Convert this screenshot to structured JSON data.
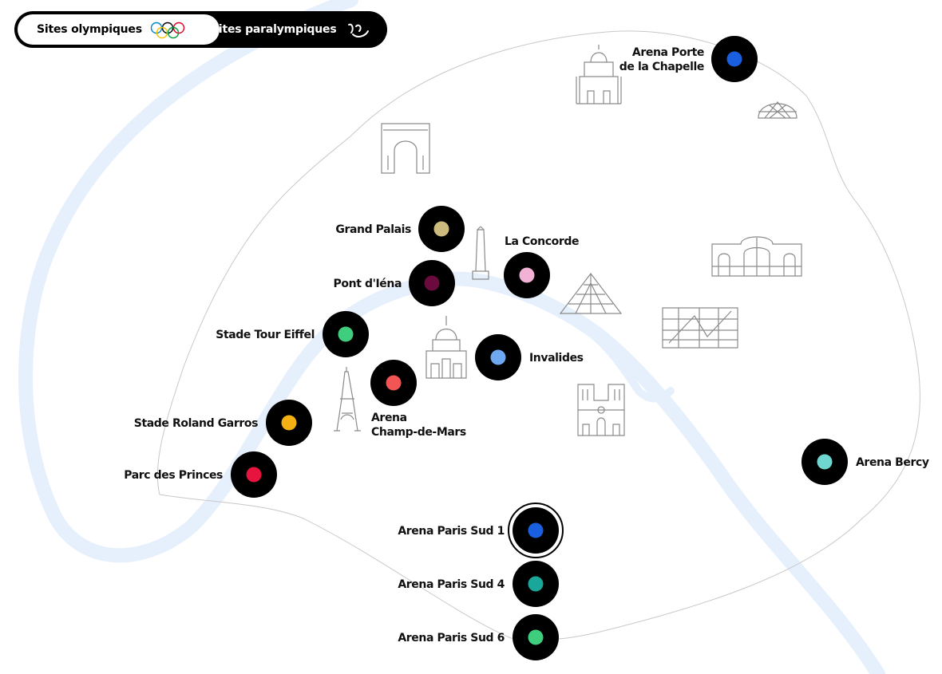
{
  "toggle": {
    "olympic_label": "Sites olympiques",
    "paralympic_label": "Sites paralympiques",
    "active": "olympic"
  },
  "colors": {
    "river": "#e6f0fc",
    "outline": "#c8c8c8",
    "landmark": "#8a8a8a",
    "pin_ring": "#000000"
  },
  "landmarks": [
    "sacre-coeur-icon",
    "geode-icon",
    "arc-de-triomphe-icon",
    "obelisk-icon",
    "louvre-pyramid-icon",
    "gare-de-lyon-icon",
    "pompidou-icon",
    "les-invalides-icon",
    "eiffel-tower-icon",
    "notre-dame-icon"
  ],
  "venues": [
    {
      "id": "arena-porte-de-la-chapelle",
      "lines": [
        "Arena Porte",
        "de la Chapelle"
      ],
      "color": "#1a5fe0"
    },
    {
      "id": "grand-palais",
      "lines": [
        "Grand Palais"
      ],
      "color": "#cdbb7e"
    },
    {
      "id": "la-concorde",
      "lines": [
        "La Concorde"
      ],
      "color": "#f2b2d6"
    },
    {
      "id": "pont-d-iena",
      "lines": [
        "Pont d'Iéna"
      ],
      "color": "#6b0a3c"
    },
    {
      "id": "stade-tour-eiffel",
      "lines": [
        "Stade Tour Eiffel"
      ],
      "color": "#3fce7e"
    },
    {
      "id": "invalides",
      "lines": [
        "Invalides"
      ],
      "color": "#6fa9f2"
    },
    {
      "id": "arena-champ-de-mars",
      "lines": [
        "Arena",
        "Champ-de-Mars"
      ],
      "color": "#f35454"
    },
    {
      "id": "stade-roland-garros",
      "lines": [
        "Stade Roland Garros"
      ],
      "color": "#f5b113"
    },
    {
      "id": "parc-des-princes",
      "lines": [
        "Parc des Princes"
      ],
      "color": "#e6143e"
    },
    {
      "id": "arena-bercy",
      "lines": [
        "Arena Bercy"
      ],
      "color": "#6fd6d0"
    },
    {
      "id": "arena-paris-sud-1",
      "lines": [
        "Arena Paris Sud 1"
      ],
      "color": "#1a5fe0",
      "selected": true
    },
    {
      "id": "arena-paris-sud-4",
      "lines": [
        "Arena Paris Sud 4"
      ],
      "color": "#1aa79a"
    },
    {
      "id": "arena-paris-sud-6",
      "lines": [
        "Arena Paris Sud 6"
      ],
      "color": "#3fce7e"
    }
  ]
}
